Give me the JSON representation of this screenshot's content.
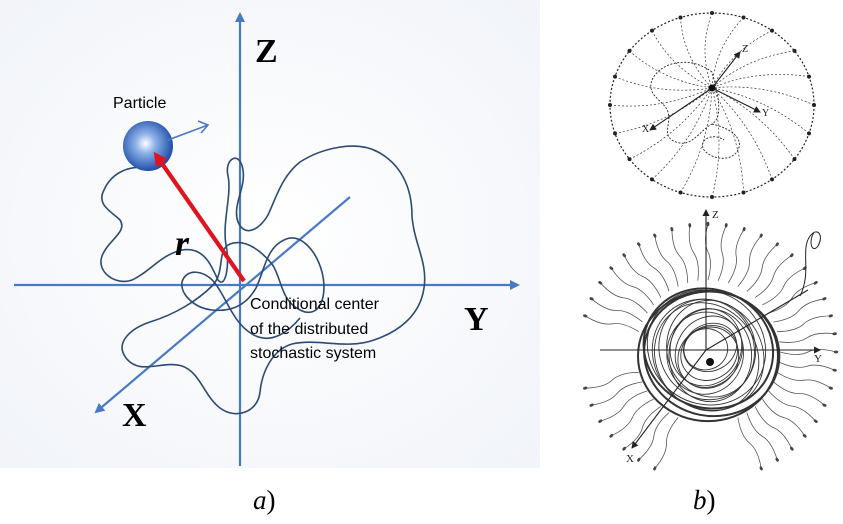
{
  "panel_a": {
    "axis_z": "Z",
    "axis_y": "Y",
    "axis_x": "X",
    "particle_label": "Particle",
    "vector_label": "r",
    "center_label_lines": [
      "Conditional center",
      "of the distributed",
      "stochastic system"
    ],
    "colors": {
      "axis": "#4a79c4",
      "vector": "#e0141e",
      "path": "#2d4a73",
      "particle": "#2a5db8"
    }
  },
  "panel_b": {
    "top_labels": {
      "z": "Z",
      "y": "Y",
      "x": "X"
    },
    "bottom_labels": {
      "z": "Z",
      "y": "Y",
      "x": "X"
    }
  },
  "captions": {
    "a_letter": "a",
    "b_letter": "b",
    "paren": ")"
  }
}
